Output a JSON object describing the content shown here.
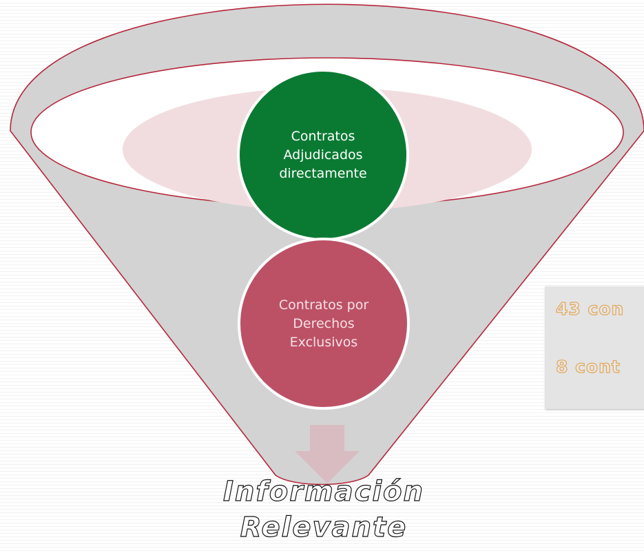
{
  "funnel": {
    "stage_1": "Contratos Adjudicados directamente",
    "stage_2": "Contratos por Derechos Exclusivos",
    "result": "Información Relevante"
  },
  "callout": {
    "line_1": "43 con",
    "line_2": "8 cont"
  },
  "colors": {
    "funnel_fill": "#d3d3d3",
    "funnel_outline": "#b5253a",
    "stage_1_fill": "#0a7a32",
    "stage_2_fill": "#bc5166",
    "arrow_fill": "#d9bcc1",
    "callout_fill": "#e4e4e4",
    "callout_text_outline": "#e2a95e"
  }
}
